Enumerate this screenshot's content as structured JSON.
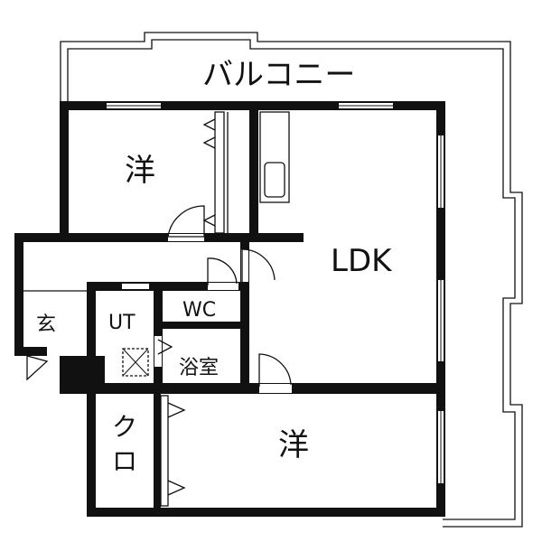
{
  "floorplan": {
    "rooms": {
      "balcony": "バルコニー",
      "western_room_top": "洋",
      "ldk": "LDK",
      "wc": "WC",
      "entrance": "玄",
      "utility": "UT",
      "bathroom": "浴室",
      "closet": "クロ",
      "western_room_bottom": "洋"
    },
    "colors": {
      "wall": "#111111",
      "background": "#ffffff"
    }
  }
}
